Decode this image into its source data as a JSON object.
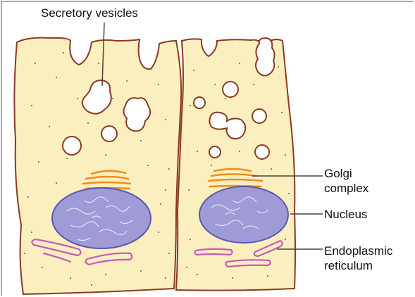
{
  "labels": {
    "secretory_vesicles": "Secretory vesicles",
    "golgi_line1": "Golgi",
    "golgi_line2": "complex",
    "nucleus": "Nucleus",
    "er_line1": "Endoplasmic",
    "er_line2": "reticulum"
  },
  "colors": {
    "cytoplasm": "#fbefbf",
    "membrane": "#8b3a22",
    "nucleus_fill": "#9e9bd6",
    "nucleus_edge": "#5a57b0",
    "golgi": "#f08c1e",
    "er": "#c75bb5",
    "leader_line": "#444444",
    "frame_line": "#555555"
  }
}
